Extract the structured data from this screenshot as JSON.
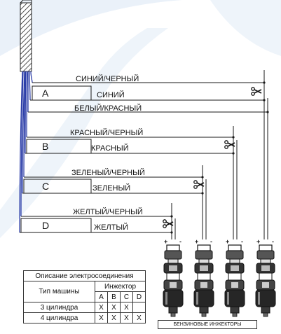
{
  "groups": [
    {
      "letter": "A",
      "wire_top": "СИНИЙ/ЧЕРНЫЙ",
      "wire_mid": "СИНИЙ",
      "wire_bottom": "БЕЛЫЙ/КРАСНЫЙ"
    },
    {
      "letter": "B",
      "wire_top": "КРАСНЫЙ/ЧЕРНЫЙ",
      "wire_mid": "КРАСНЫЙ"
    },
    {
      "letter": "C",
      "wire_top": "ЗЕЛЕНЫЙ/ЧЕРНЫЙ",
      "wire_mid": "ЗЕЛЕНЫЙ"
    },
    {
      "letter": "D",
      "wire_top": "ЖЕЛТЫЙ/ЧЕРНЫЙ",
      "wire_mid": "ЖЕЛТЫЙ"
    }
  ],
  "injectors": {
    "caption": "БЕНЗИНОВЫЕ ИНЖЕКТОРЫ",
    "plus": "+",
    "minus": "-"
  },
  "table": {
    "title": "Описание электросоединения",
    "col_type": "Тип машины",
    "col_injector": "Инжектор",
    "letters": [
      "A",
      "B",
      "C",
      "D"
    ],
    "rows": [
      {
        "type": "3 цилиндра",
        "marks": [
          "X",
          "X",
          "X",
          ""
        ]
      },
      {
        "type": "4 цилиндра",
        "marks": [
          "X",
          "X",
          "X",
          "X"
        ]
      }
    ]
  },
  "colors": {
    "wire_bundle": "#2c3ea8",
    "wire": "#1a1a1a",
    "background_tint": "#e6f0f9"
  }
}
